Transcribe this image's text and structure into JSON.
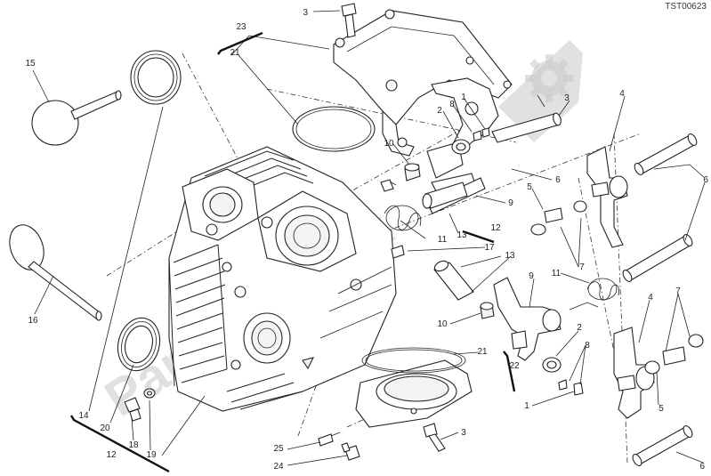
{
  "drawing_code": "TST00623",
  "watermark_text": "Partsrepublik",
  "callouts": [
    "1",
    "2",
    "3",
    "4",
    "5",
    "6",
    "7",
    "8",
    "9",
    "10",
    "11",
    "12",
    "13",
    "14",
    "15",
    "16",
    "17",
    "18",
    "19",
    "20",
    "21",
    "22",
    "23",
    "24",
    "25"
  ]
}
